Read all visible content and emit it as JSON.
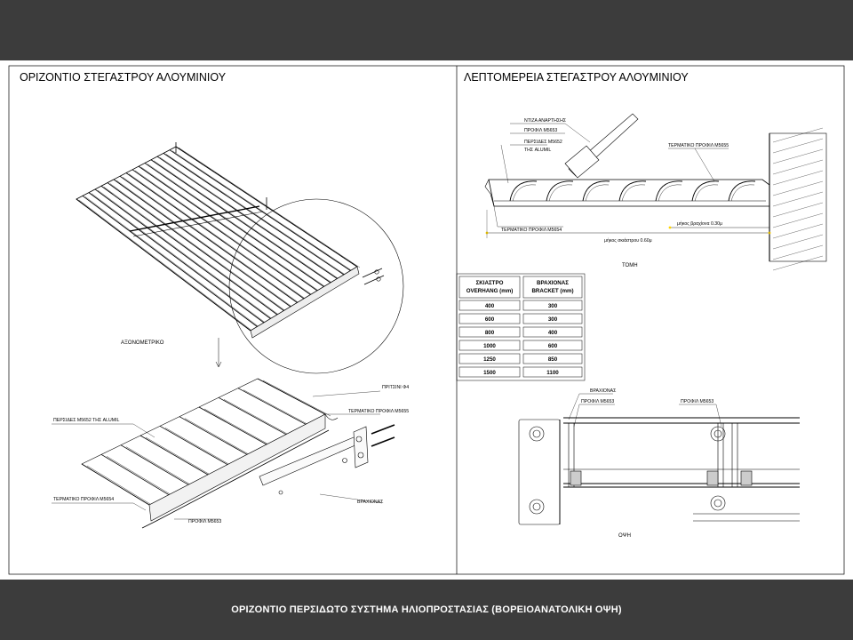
{
  "left_title": "ΟΡΙΖΟΝΤΙΟ  ΣΤΕΓΑΣΤΡΟΥ ΑΛΟΥΜΙΝΙΟΥ",
  "right_title": "ΛΕΠΤΟΜΕΡΕΙΑ ΣΤΕΓΑΣΤΡΟΥ ΑΛΟΥΜΙΝΙΟΥ",
  "axon_label": "ΑΞΟΝΟΜΕΤΡΙΚΟ",
  "left_labels": {
    "pin": "ΠΡΙΤΣΙΝΙ Φ4",
    "end_profile_top": "ΤΕΡΜΑΤΙΚΟ ΠΡΟΦΙΛ Μ5655",
    "louvers": "ΠΕΡΣΙΔΕΣ Μ5652 ΤΗΣ ALUMIL",
    "end_profile_bottom": "ΤΕΡΜΑΤΙΚΟ ΠΡΟΦΙΛ Μ5654",
    "bracket": "ΒΡΑΧΙΟΝΑΣ",
    "profile": "ΠΡΟΦΙΛ Μ5653"
  },
  "section": {
    "rod": "ΝΤΙΖΑ ΑΝΑΡΤΗΣΗΣ",
    "profile": "ΠΡΟΦΙΛ Μ5653",
    "louvers": "ΠΕΡΣΙΔΕΣ Μ5652",
    "alumil": "ΤΗΣ ALUMIL",
    "end_right": "ΤΕΡΜΑΤΙΚΟ ΠΡΟΦΙΛ Μ5655",
    "end_left": "ΤΕΡΜΑΤΙΚΟ ΠΡΟΦΙΛ Μ5654",
    "bracket_len": "μήκος βραχίονα 0.30μ",
    "overhang_len": "μήκος σκιάστρου 0.60μ",
    "label": "ΤΟΜΗ"
  },
  "table": {
    "h1a": "ΣΚΙΑΣΤΡΟ",
    "h1b": "OVERHANG (mm)",
    "h2a": "ΒΡΑΧΙΟΝΑΣ",
    "h2b": "BRACKET (mm)",
    "rows": [
      [
        "400",
        "300"
      ],
      [
        "600",
        "300"
      ],
      [
        "800",
        "400"
      ],
      [
        "1000",
        "600"
      ],
      [
        "1250",
        "850"
      ],
      [
        "1500",
        "1100"
      ]
    ]
  },
  "elevation": {
    "bracket": "ΒΡΑΧΙΟΝΑΣ",
    "profile1": "ΠΡΟΦΙΛ Μ5653",
    "profile2": "ΠΡΟΦΙΛ Μ5653",
    "label": "ΟΨΗ"
  },
  "caption": "ΟΡΙΖΟΝΤΙΟ ΠΕΡΣΙΔΩΤΟ ΣΥΣΤΗΜΑ ΗΛΙΟΠΡΟΣΤΑΣΙΑΣ   (ΒΟΡΕΙΟΑΝΑΤΟΛΙΚΗ ΟΨΗ)"
}
